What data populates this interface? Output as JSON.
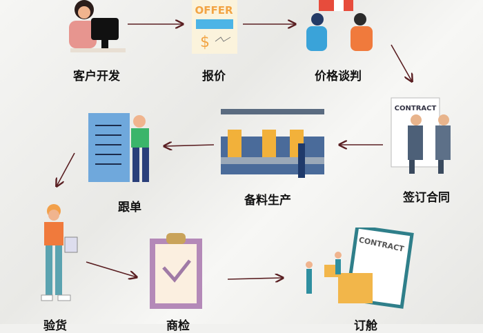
{
  "steps": [
    {
      "label": "客户开发",
      "icon": "customer-service-icon"
    },
    {
      "label": "报价",
      "icon": "offer-icon",
      "badge": "OFFER"
    },
    {
      "label": "价格谈判",
      "icon": "negotiation-icon"
    },
    {
      "label": "签订合同",
      "icon": "contract-signing-icon",
      "badge": "CONTRACT"
    },
    {
      "label": "备料生产",
      "icon": "factory-icon"
    },
    {
      "label": "跟单",
      "icon": "checklist-icon"
    },
    {
      "label": "验货",
      "icon": "inspector-icon"
    },
    {
      "label": "商检",
      "icon": "clipboard-check-icon"
    },
    {
      "label": "订舱",
      "icon": "shipping-contract-icon",
      "badge": "CONTRACT"
    }
  ],
  "colors": {
    "arrow": "#5a1f22",
    "text": "#111111"
  }
}
